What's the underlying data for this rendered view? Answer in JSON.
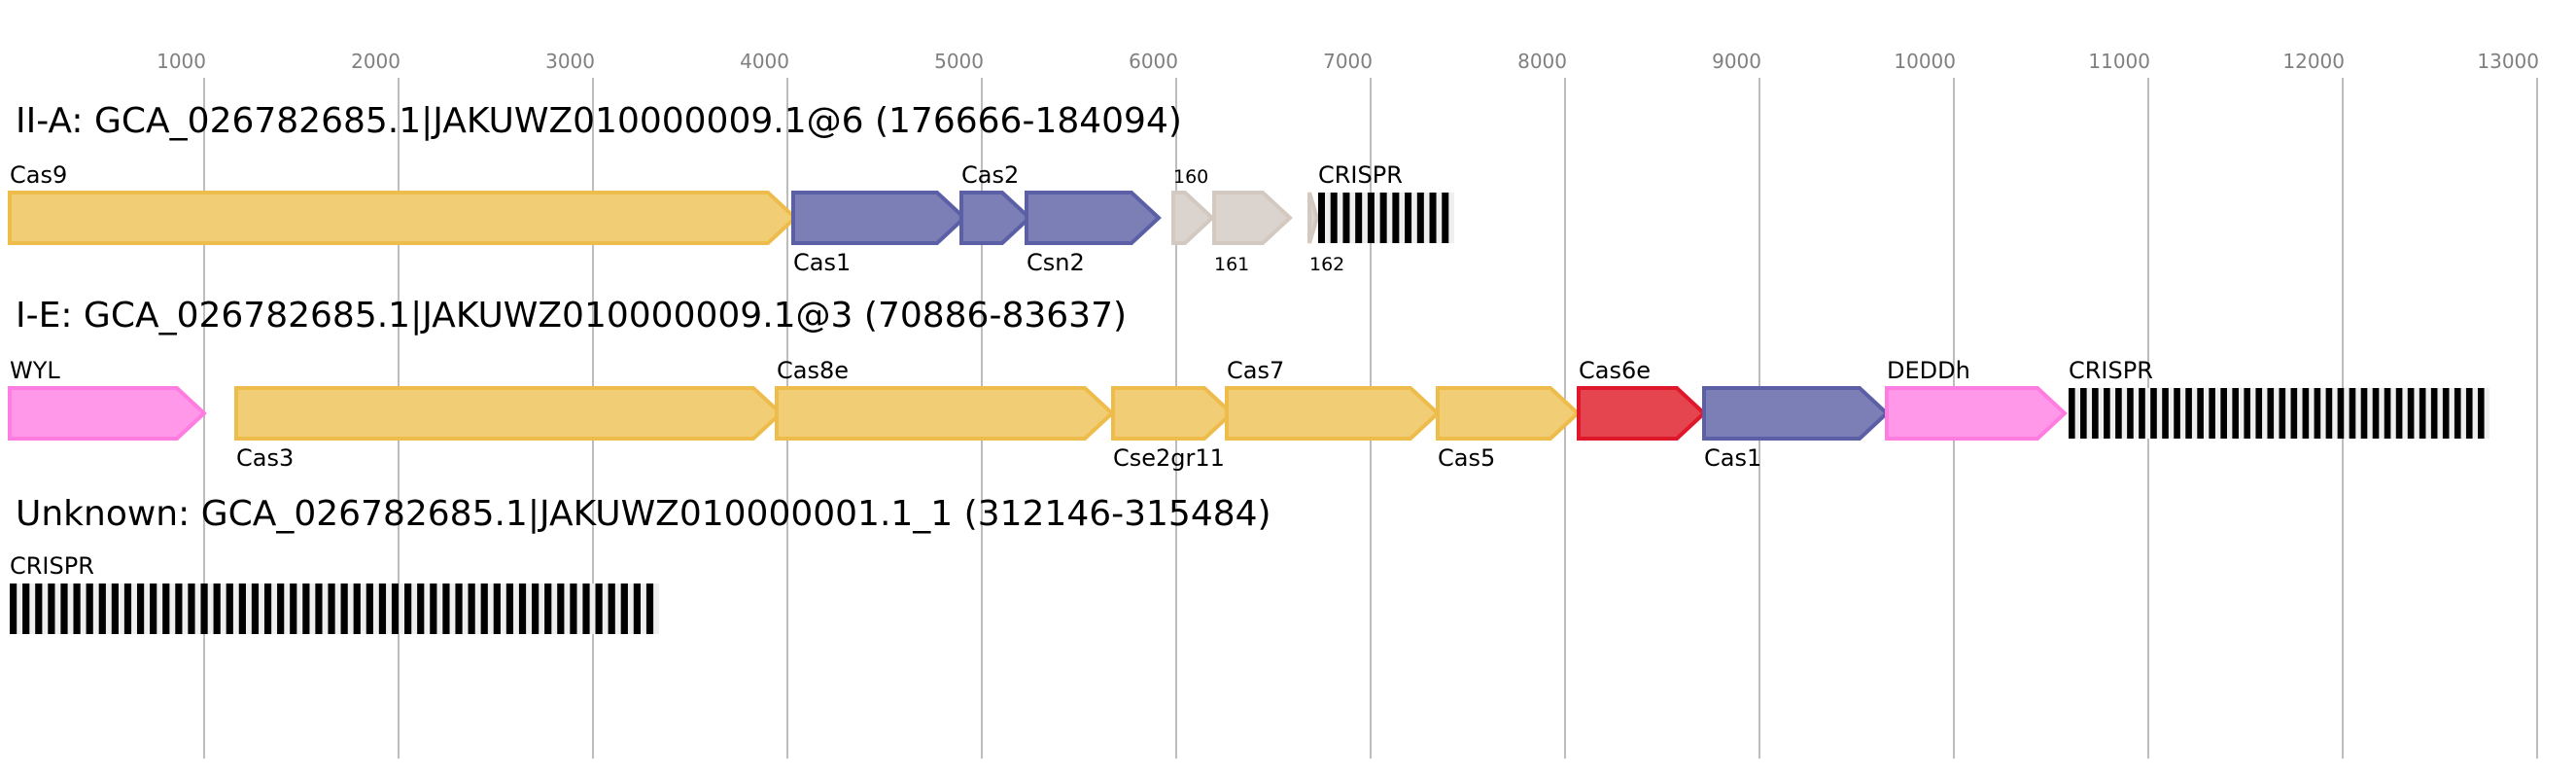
{
  "axis": {
    "unit": "bp",
    "ticks": [
      1000,
      2000,
      3000,
      4000,
      5000,
      6000,
      7000,
      8000,
      9000,
      10000,
      11000,
      12000,
      13000
    ],
    "tick_labels": [
      "1000",
      "2000",
      "3000",
      "4000",
      "5000",
      "6000",
      "7000",
      "8000",
      "9000",
      "10000",
      "11000",
      "12000",
      "13000"
    ],
    "range": [
      0,
      13000
    ]
  },
  "colors": {
    "yellow_fill": "#f1cd75",
    "yellow_stroke": "#eebc4b",
    "blue_fill": "#7b7fb6",
    "blue_stroke": "#5b5fa6",
    "pink_fill": "#ff98e8",
    "pink_stroke": "#ff7ce0",
    "red_fill": "#e5454f",
    "red_stroke": "#e0162a",
    "grey_fill": "#dbd3cd",
    "grey_stroke": "#d4c9c1",
    "crispr_bar": "#000000",
    "crispr_gap": "#efefef",
    "gridline": "#bdbdbd",
    "tick_text": "#808080"
  },
  "loci": [
    {
      "title": "II-A: GCA_026782685.1|JAKUWZ010000009.1@6 (176666-184094)",
      "genes": [
        {
          "name": "Cas9",
          "start": 0,
          "end": 4040,
          "color": "yellow",
          "label_pos": "top"
        },
        {
          "name": "Cas1",
          "start": 4030,
          "end": 4910,
          "color": "blue",
          "label_pos": "bottom"
        },
        {
          "name": "Cas2",
          "start": 4895,
          "end": 5245,
          "color": "blue",
          "label_pos": "top"
        },
        {
          "name": "Csn2",
          "start": 5230,
          "end": 5910,
          "color": "blue",
          "label_pos": "bottom"
        },
        {
          "name": "160",
          "start": 5985,
          "end": 6185,
          "color": "grey",
          "label_pos": "top",
          "small": true
        },
        {
          "name": "161",
          "start": 6195,
          "end": 6585,
          "color": "grey",
          "label_pos": "bottom",
          "small": true
        },
        {
          "name": "162",
          "start": 6685,
          "end": 6725,
          "color": "grey",
          "label_pos": "top",
          "small": true
        }
      ],
      "crispr": {
        "label": "CRISPR",
        "start": 6730,
        "end": 7430,
        "repeats": 11
      }
    },
    {
      "title": "I-E: GCA_026782685.1|JAKUWZ010000009.1@3 (70886-83637)",
      "genes": [
        {
          "name": "WYL",
          "start": 0,
          "end": 1000,
          "color": "pink",
          "label_pos": "top"
        },
        {
          "name": "Cas3",
          "start": 1165,
          "end": 3965,
          "color": "yellow",
          "label_pos": "bottom"
        },
        {
          "name": "Cas8e",
          "start": 3945,
          "end": 5670,
          "color": "yellow",
          "label_pos": "top"
        },
        {
          "name": "Cse2gr11",
          "start": 5675,
          "end": 6285,
          "color": "yellow",
          "label_pos": "bottom"
        },
        {
          "name": "Cas7",
          "start": 6260,
          "end": 7345,
          "color": "yellow",
          "label_pos": "top"
        },
        {
          "name": "Cas5",
          "start": 7345,
          "end": 8065,
          "color": "yellow",
          "label_pos": "bottom"
        },
        {
          "name": "Cas6e",
          "start": 8070,
          "end": 8715,
          "color": "red",
          "label_pos": "top"
        },
        {
          "name": "Cas1",
          "start": 8715,
          "end": 9655,
          "color": "blue",
          "label_pos": "bottom"
        },
        {
          "name": "DEDDh",
          "start": 9655,
          "end": 10570,
          "color": "pink",
          "label_pos": "top"
        }
      ],
      "crispr": {
        "label": "CRISPR",
        "start": 10590,
        "end": 12755,
        "repeats": 36
      }
    },
    {
      "title": "Unknown: GCA_026782685.1|JAKUWZ010000001.1_1 (312146-315484)",
      "genes": [],
      "crispr": {
        "label": "CRISPR",
        "start": 0,
        "end": 3340,
        "repeats": 51
      }
    }
  ]
}
